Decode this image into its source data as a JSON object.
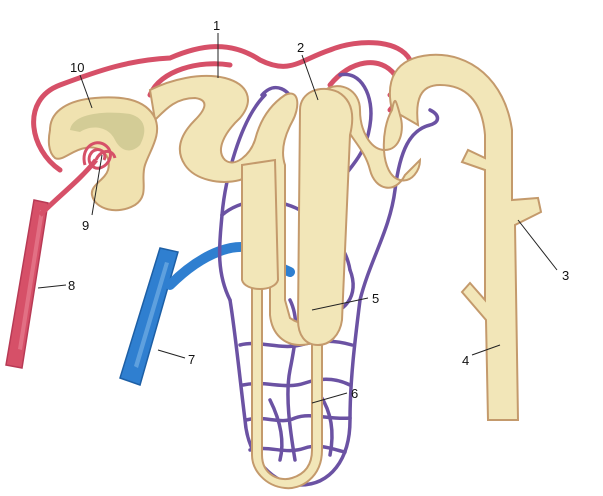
{
  "diagram": {
    "labels": [
      {
        "id": "1",
        "text": "1"
      },
      {
        "id": "2",
        "text": "2"
      },
      {
        "id": "3",
        "text": "3"
      },
      {
        "id": "4",
        "text": "4"
      },
      {
        "id": "5",
        "text": "5"
      },
      {
        "id": "6",
        "text": "6"
      },
      {
        "id": "7",
        "text": "7"
      },
      {
        "id": "8",
        "text": "8"
      },
      {
        "id": "9",
        "text": "9"
      },
      {
        "id": "10",
        "text": "10"
      }
    ],
    "colors": {
      "tubule_fill": "#f2e6b8",
      "tubule_edge": "#c49a6c",
      "artery": "#d8506a",
      "artery_dark": "#b83a55",
      "vein": "#2f7fd0",
      "capillary": "#6b52a3",
      "capsule": "#c9c48e"
    }
  }
}
